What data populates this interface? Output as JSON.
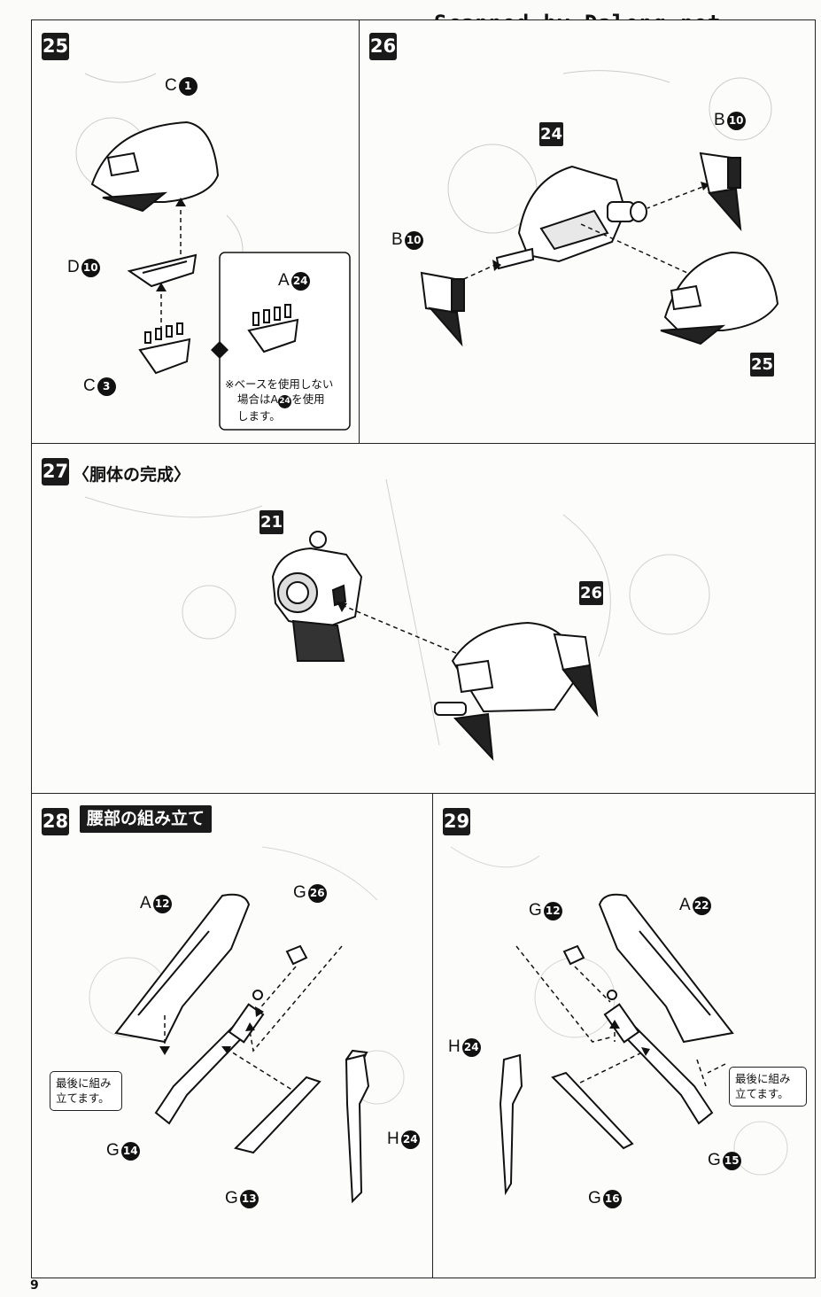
{
  "watermark": "Scanned by Dalong.net",
  "page_number": "9",
  "steps": {
    "s25": {
      "number": "25",
      "labels": {
        "c1": "C",
        "c1n": "1",
        "d10": "D",
        "d10n": "10",
        "c3": "C",
        "c3n": "3",
        "a24": "A",
        "a24n": "24"
      },
      "note": {
        "line1": "※ベースを使用しない",
        "line2_pre": "場合はA",
        "line2_num": "24",
        "line2_post": "を使用",
        "line3": "します。"
      }
    },
    "s26": {
      "number": "26",
      "labels": {
        "b10_top": "B",
        "b10_top_n": "10",
        "b10_left": "B",
        "b10_left_n": "10"
      },
      "tags": {
        "t24": "24",
        "t25": "25"
      }
    },
    "s27": {
      "number": "27",
      "title": "〈胴体の完成〉",
      "tags": {
        "t21": "21",
        "t26": "26"
      }
    },
    "s28": {
      "number": "28",
      "title": "腰部の組み立て",
      "labels": {
        "a12": "A",
        "a12n": "12",
        "g26": "G",
        "g26n": "26",
        "g14": "G",
        "g14n": "14",
        "g13": "G",
        "g13n": "13",
        "h24": "H",
        "h24n": "24"
      },
      "note": {
        "line1": "最後に組み",
        "line2": "立てます。"
      }
    },
    "s29": {
      "number": "29",
      "labels": {
        "g12": "G",
        "g12n": "12",
        "a22": "A",
        "a22n": "22",
        "h24": "H",
        "h24n": "24",
        "g15": "G",
        "g15n": "15",
        "g16": "G",
        "g16n": "16"
      },
      "note": {
        "line1": "最後に組み",
        "line2": "立てます。"
      }
    }
  }
}
